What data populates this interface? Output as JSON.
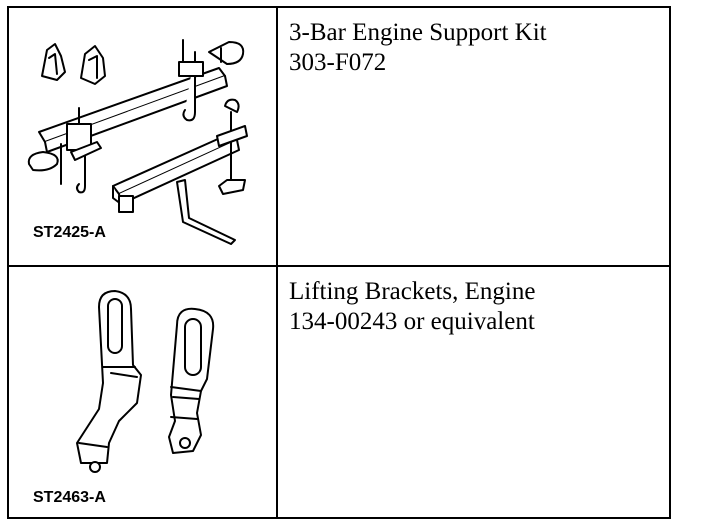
{
  "rows": [
    {
      "code": "ST2425-A",
      "name": "3-Bar Engine Support Kit",
      "part": "303-F072",
      "icon": "engine-support-kit-illustration"
    },
    {
      "code": "ST2463-A",
      "name": "Lifting Brackets, Engine",
      "part": "134-00243 or equivalent",
      "icon": "lifting-brackets-illustration"
    }
  ]
}
